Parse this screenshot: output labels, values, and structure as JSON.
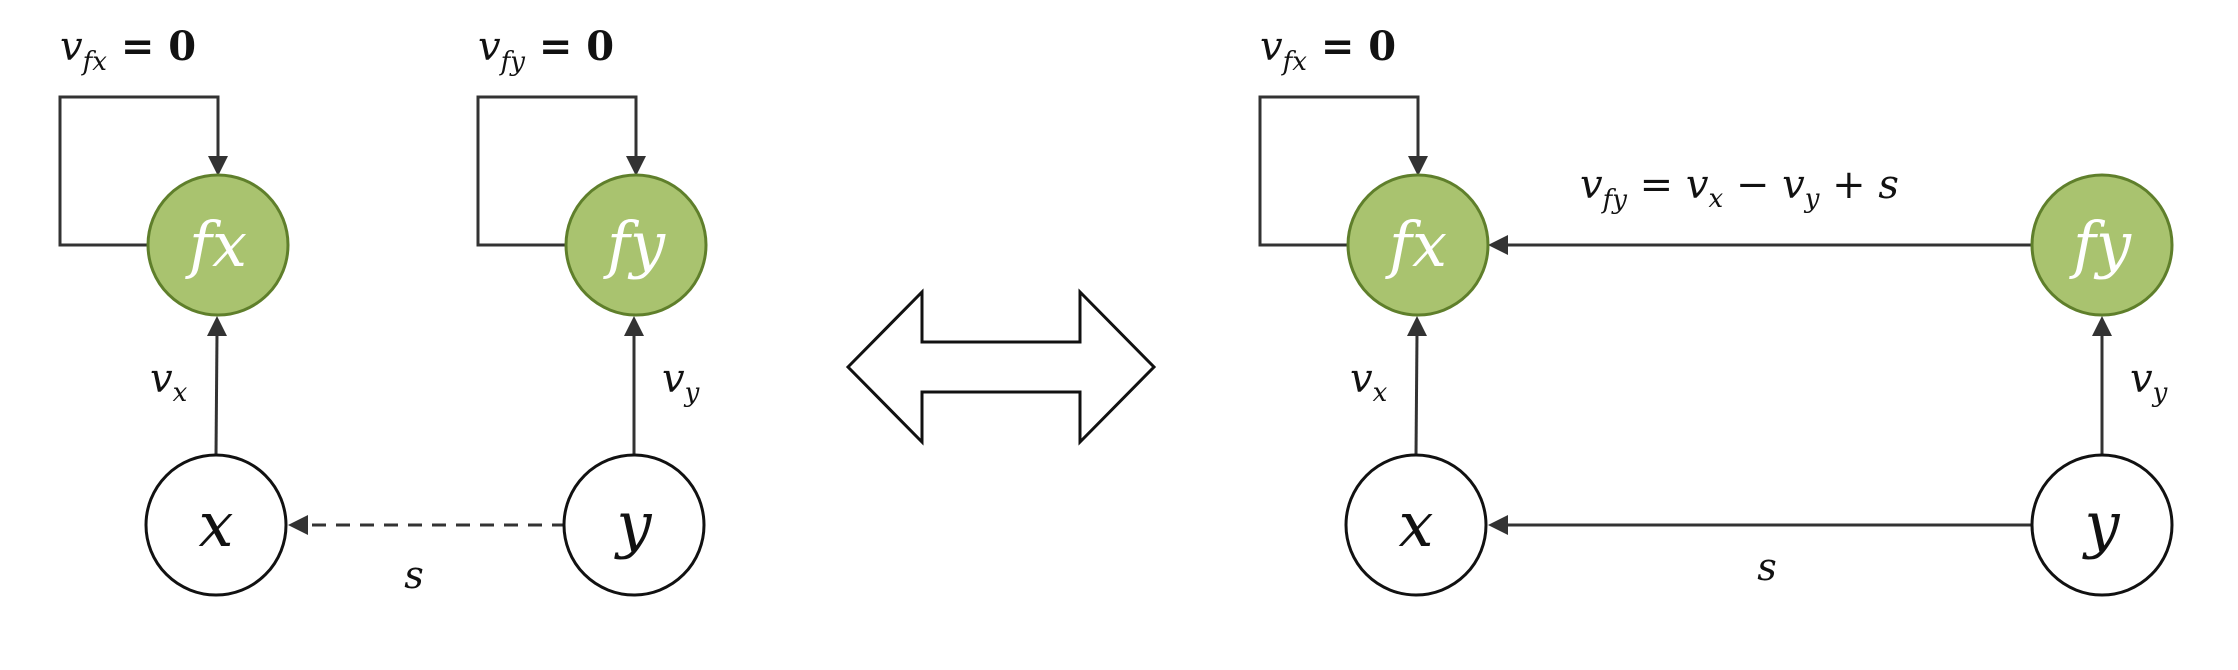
{
  "left_panel": {
    "nodes": {
      "fx": "fx",
      "fy": "fy",
      "x": "x",
      "y": "y"
    },
    "labels": {
      "vfx_eq": {
        "v": "v",
        "sub": "fx",
        "rhs": " = 0"
      },
      "vfy_eq": {
        "v": "v",
        "sub": "fy",
        "rhs": " = 0"
      },
      "vx": {
        "v": "v",
        "sub": "x"
      },
      "vy": {
        "v": "v",
        "sub": "y"
      },
      "s": "s"
    }
  },
  "right_panel": {
    "nodes": {
      "fx": "fx",
      "fy": "fy",
      "x": "x",
      "y": "y"
    },
    "labels": {
      "vfx_eq": {
        "v": "v",
        "sub": "fx",
        "rhs": " = 0"
      },
      "vfy_eq": {
        "v": "v",
        "sub": "fy",
        "eq": " = ",
        "vx": "v",
        "vx_sub": "x",
        "minus": " − ",
        "vy": "v",
        "vy_sub": "y",
        "plus": " + s"
      },
      "vx": {
        "v": "v",
        "sub": "x"
      },
      "vy": {
        "v": "v",
        "sub": "y"
      },
      "s": "s"
    }
  },
  "colors": {
    "node_fill": "#a9c36f",
    "node_stroke": "#5f7f2b",
    "edge": "#333333"
  }
}
